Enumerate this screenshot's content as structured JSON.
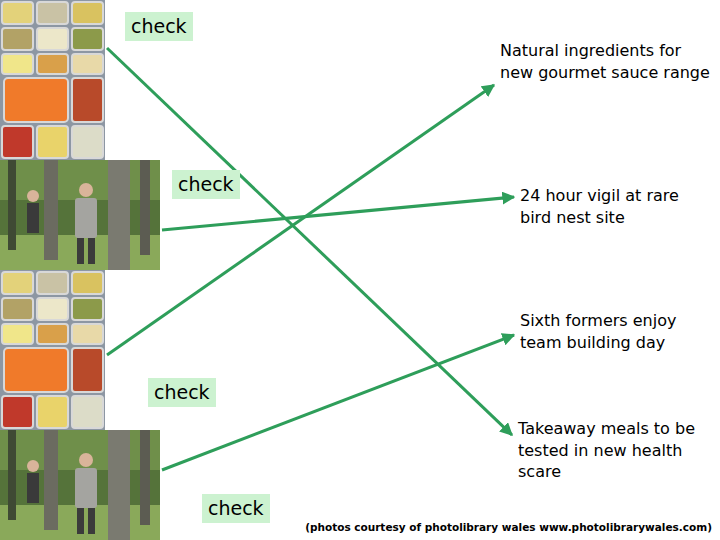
{
  "diagram": {
    "caption": "(photos courtesy of photolibrary wales www.photolibrarywales.com)",
    "nodes": [
      {
        "text": [
          "check"
        ]
      },
      {
        "text": [
          "Natural ingredients for new gourmet sauce range"
        ]
      },
      {
        "text": [
          "check"
        ]
      },
      {
        "text": [
          "24 hour vigil at rare bird nest site"
        ]
      },
      {
        "text": [
          "check"
        ]
      },
      {
        "text": [
          "Sixth formers enjoy team building day"
        ]
      },
      {
        "text": [
          "Takeaway meals to be tested in new health scare"
        ]
      },
      {
        "text": [
          "check"
        ]
      }
    ],
    "edges": [
      {
        "from": 0,
        "to": 6,
        "arrow": "to"
      },
      {
        "from": 2,
        "to": 3,
        "arrow": "to"
      },
      {
        "from": 4,
        "to": 1,
        "arrow": "to"
      },
      {
        "from": 7,
        "to": 5,
        "arrow": "to"
      }
    ]
  }
}
